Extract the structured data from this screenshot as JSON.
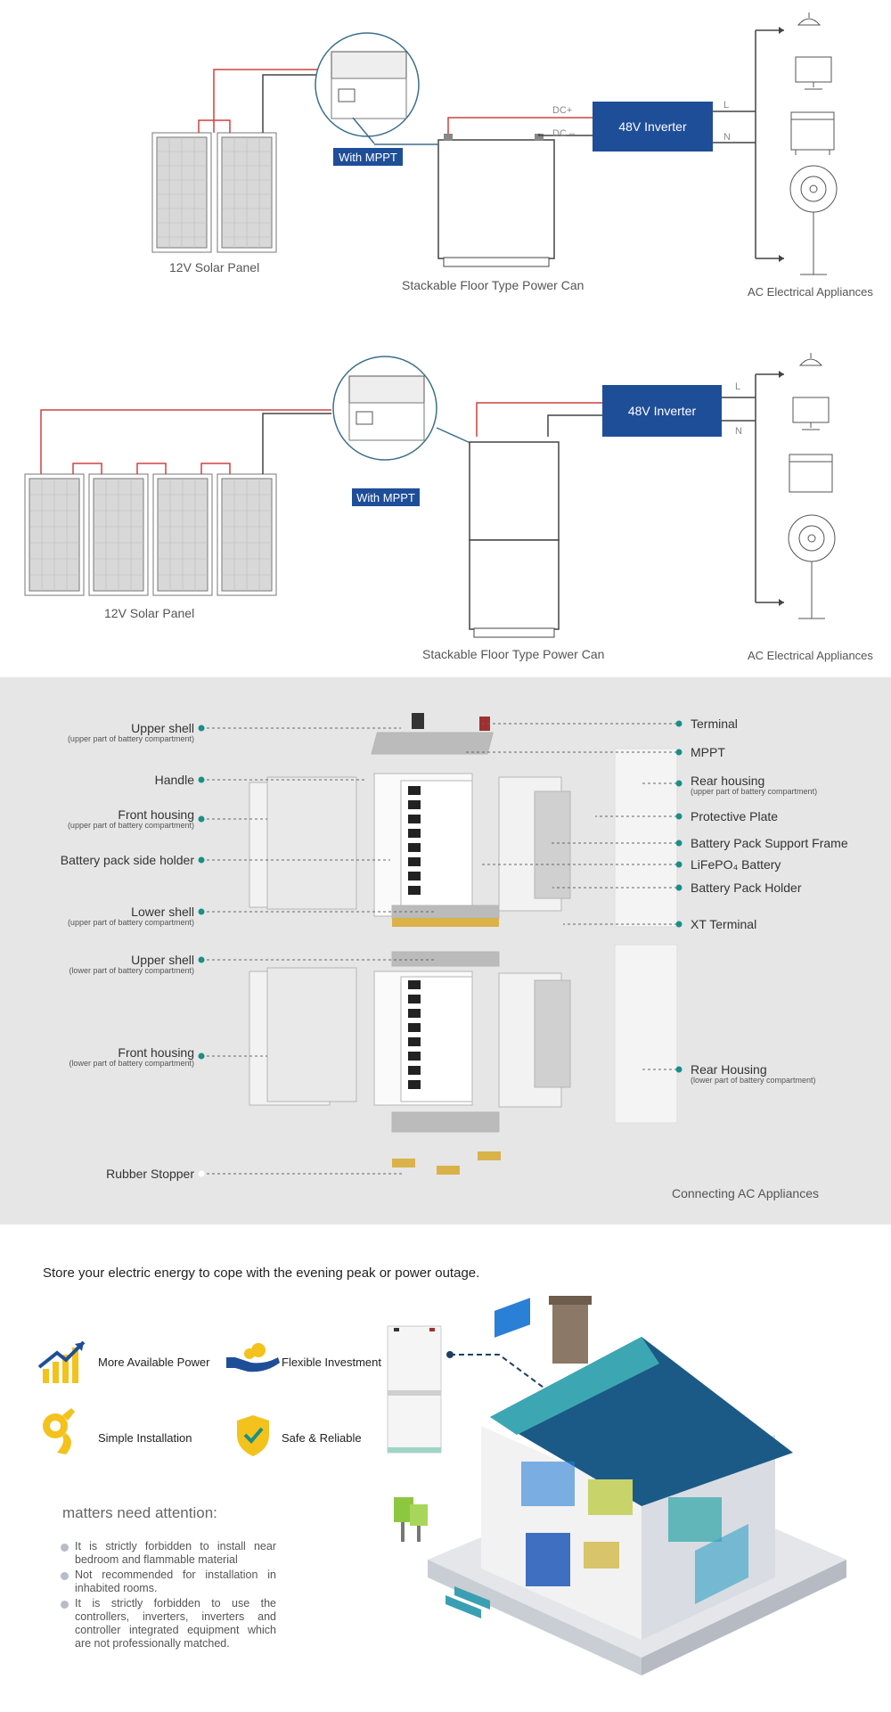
{
  "diagram1": {
    "solar_label": "12V Solar Panel",
    "can_label": "Stackable Floor Type Power Can",
    "appliances_label": "AC Electrical Appliances",
    "inverter": "48V Inverter",
    "mppt": "With MPPT",
    "dc_plus": "DC+",
    "dc_minus": "DC –",
    "l": "L",
    "n": "N",
    "plus": "+",
    "minus": "–"
  },
  "diagram2": {
    "solar_label": "12V Solar Panel",
    "can_label": "Stackable Floor Type Power Can",
    "appliances_label": "AC Electrical Appliances",
    "inverter": "48V Inverter",
    "mppt": "With MPPT",
    "l": "L",
    "n": "N"
  },
  "exploded": {
    "left": [
      {
        "label": "Upper shell",
        "sub": "(upper part of battery compartment)"
      },
      {
        "label": "Handle",
        "sub": ""
      },
      {
        "label": "Front housing",
        "sub": "(upper part of battery compartment)"
      },
      {
        "label": "Battery pack side holder",
        "sub": ""
      },
      {
        "label": "Lower shell",
        "sub": "(upper part of battery compartment)"
      },
      {
        "label": "Upper shell",
        "sub": "(lower part of battery compartment)"
      },
      {
        "label": "Front housing",
        "sub": "(lower part of battery compartment)"
      },
      {
        "label": "Rubber Stopper",
        "sub": ""
      }
    ],
    "right": [
      {
        "label": "Terminal",
        "sub": ""
      },
      {
        "label": "MPPT",
        "sub": ""
      },
      {
        "label": "Rear housing",
        "sub": "(upper part of battery compartment)"
      },
      {
        "label": "Protective Plate",
        "sub": ""
      },
      {
        "label": "Battery Pack Support Frame",
        "sub": ""
      },
      {
        "label": "LiFePO₄ Battery",
        "sub": ""
      },
      {
        "label": "Battery Pack Holder",
        "sub": ""
      },
      {
        "label": "XT Terminal",
        "sub": ""
      },
      {
        "label": "Rear Housing",
        "sub": "(lower part of battery compartment)"
      }
    ],
    "caption": "Connecting AC Appliances"
  },
  "bottom": {
    "headline": "Store your electric energy to cope with the evening peak or power outage.",
    "features": [
      {
        "label": "More Available Power",
        "icon": "growth-chart-icon"
      },
      {
        "label": "Flexible Investment",
        "icon": "hand-coins-icon"
      },
      {
        "label": "Simple Installation",
        "icon": "ok-hand-icon"
      },
      {
        "label": "Safe & Reliable",
        "icon": "shield-check-icon"
      }
    ],
    "attention_title": "matters need attention:",
    "notes": [
      "It is strictly forbidden to install near bedroom and flammable material",
      "Not recommended for installation in inhabited rooms.",
      "It is strictly forbidden to use the controllers, inverters, inverters and controller integrated equipment which are not professionally matched."
    ]
  },
  "colors": {
    "accent": "#1f4e99",
    "teal": "#1a8f86",
    "panel_bg": "#e6e6e6",
    "wire_red": "#d0413f"
  }
}
